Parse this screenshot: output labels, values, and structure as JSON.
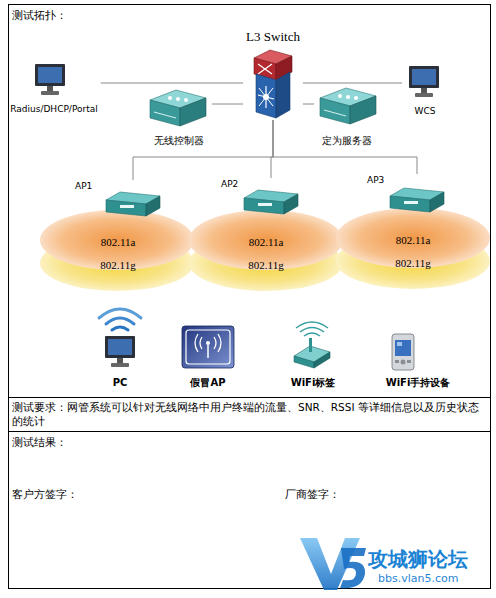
{
  "diagram": {
    "nodes": [
      {
        "text": [
          "L3 Switch"
        ]
      },
      {
        "text": [
          "Radius/DHCP/Portal"
        ]
      },
      {
        "text": [
          "无线控制器"
        ]
      },
      {
        "text": [
          "定为服务器"
        ]
      },
      {
        "text": [
          "WCS"
        ]
      },
      {
        "text": [
          "AP1"
        ]
      },
      {
        "text": [
          "AP2"
        ]
      },
      {
        "text": [
          "AP3"
        ]
      },
      {
        "text": [
          "PC"
        ]
      },
      {
        "text": [
          "假冒AP"
        ]
      },
      {
        "text": [
          "WiFi标签"
        ]
      },
      {
        "text": [
          "WiFi手持设备"
        ]
      }
    ],
    "edges": [
      {
        "from": 0,
        "to": 1,
        "arrow": "none"
      },
      {
        "from": 0,
        "to": 2,
        "arrow": "none"
      },
      {
        "from": 0,
        "to": 3,
        "arrow": "none"
      },
      {
        "from": 0,
        "to": 4,
        "arrow": "none"
      },
      {
        "from": 0,
        "to": 5,
        "arrow": "none"
      },
      {
        "from": 0,
        "to": 6,
        "arrow": "none"
      },
      {
        "from": 0,
        "to": 7,
        "arrow": "none"
      }
    ],
    "labels": [
      "测试拓扑：",
      "802.11a",
      "802.11a",
      "802.11a",
      "802.11g",
      "802.11g",
      "802.11g",
      "测试要求：网管系统可以针对无线网络中用户终端的流量、SNR、RSSI 等详细信息以及历史状态的统计",
      "测试结果：",
      "客户方签字：",
      "厂商签字：",
      "攻城狮论坛",
      "bbs.vlan5.com"
    ]
  }
}
